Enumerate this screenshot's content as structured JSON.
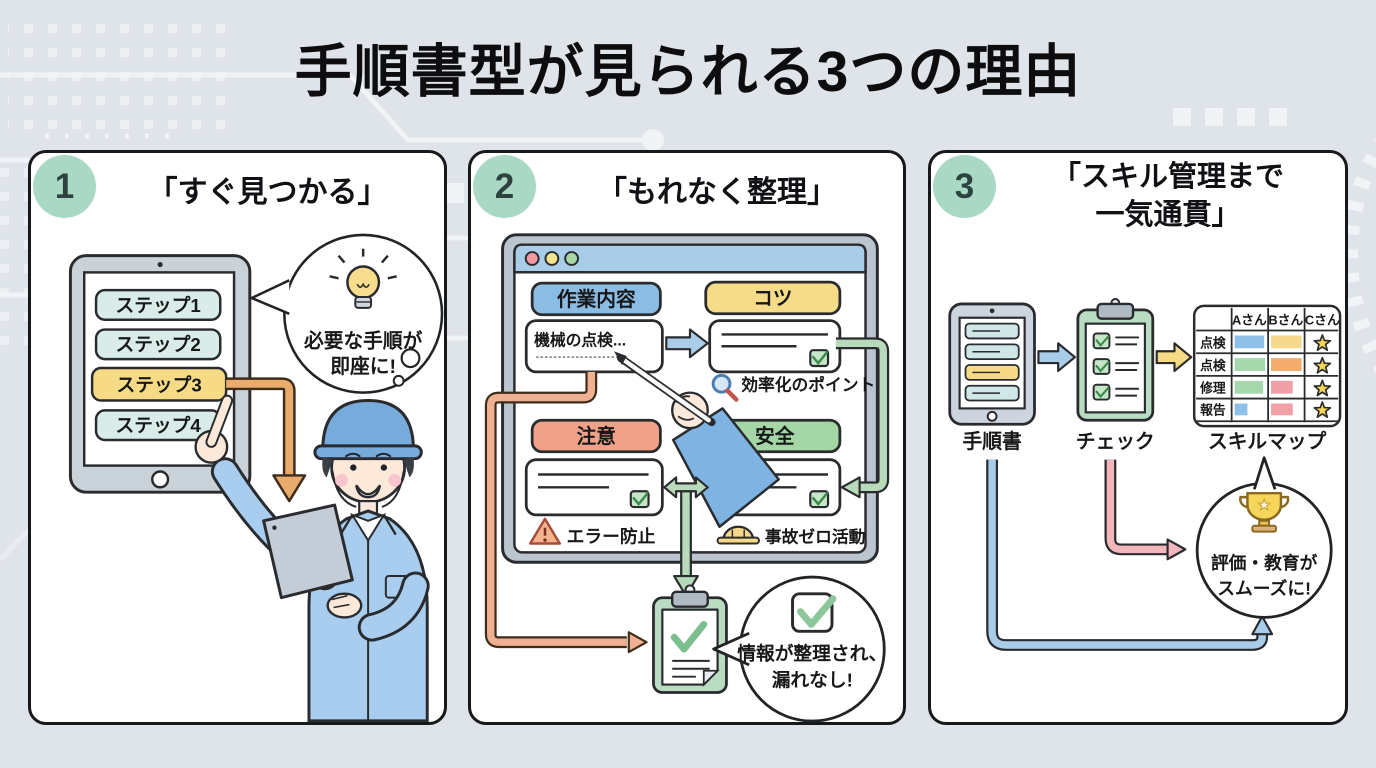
{
  "page": {
    "title": "手順書型が見られる3つの理由"
  },
  "colors": {
    "background": "#dfe4ea",
    "badge_mint": "#a9d9c5",
    "step_fill": "#d9ece7",
    "step_active": "#f6da85",
    "titlebar_blue": "#a9cce9",
    "label_blue": "#8bbce4",
    "label_yellow": "#f6db88",
    "label_salmon": "#f0a289",
    "label_green": "#a5d6a5",
    "arrow_orange": "#e9ac6d",
    "arrow_salmon": "#f0b092",
    "arrow_green": "#b7dbba",
    "arrow_blue": "#a9cce9",
    "arrow_pink": "#f2b6bc",
    "arrow_yellow": "#f6da85",
    "clipboard_green": "#b9dcc2",
    "check_green": "#8cc79c",
    "star_gold": "#f6d659"
  },
  "panel1": {
    "number": "1",
    "title": "「すぐ見つかる」",
    "steps": [
      {
        "label": "ステップ1",
        "fill": "#d9ece7"
      },
      {
        "label": "ステップ2",
        "fill": "#d9ece7"
      },
      {
        "label": "ステップ3",
        "fill": "#f6da85"
      },
      {
        "label": "ステップ4",
        "fill": "#d9ece7"
      }
    ],
    "bubble": {
      "line1": "必要な手順が",
      "line2": "即座に!"
    }
  },
  "panel2": {
    "number": "2",
    "title": "「もれなく整理」",
    "browser": {
      "work_label": {
        "text": "作業内容",
        "fill": "#8bbce4"
      },
      "tips_label": {
        "text": "コツ",
        "fill": "#f6db88"
      },
      "caution_label": {
        "text": "注意",
        "fill": "#f0a289"
      },
      "safety_label": {
        "text": "安全",
        "fill": "#a5d6a5"
      },
      "work_text": "機械の点検...",
      "tips_note": "効率化のポイント",
      "caution_note": "エラー防止",
      "safety_note": "事故ゼロ活動"
    },
    "bubble": {
      "line1": "情報が整理され、",
      "line2": "漏れなし!"
    }
  },
  "panel3": {
    "number": "3",
    "title_line1": "「スキル管理まで",
    "title_line2": "一気通貫」",
    "flow": {
      "manual": "手順書",
      "check": "チェック",
      "skillmap": "スキルマップ"
    },
    "skill_table": {
      "columns": [
        "Aさん",
        "Bさん",
        "Cさん"
      ],
      "rows": [
        {
          "label": "点検",
          "bars": [
            {
              "color": "#8fc1e8",
              "width": "30"
            },
            {
              "color": "#f6d98a",
              "width": "31"
            }
          ],
          "c_star": true
        },
        {
          "label": "点検",
          "bars": [
            {
              "color": "#a5d8ad",
              "width": "31"
            },
            {
              "color": "#f4ac6c",
              "width": "31"
            }
          ],
          "c_star": true
        },
        {
          "label": "修理",
          "bars": [
            {
              "color": "#a5d8ad",
              "width": "29"
            },
            {
              "color": "#f2a0a8",
              "width": "22"
            }
          ],
          "c_star": true
        },
        {
          "label": "報告",
          "bars": [
            {
              "color": "#8fc1e8",
              "width": "13"
            },
            {
              "color": "#f2a0a8",
              "width": "22"
            }
          ],
          "c_star": true
        }
      ]
    },
    "bubble": {
      "line1": "評価・教育が",
      "line2": "スムーズに!"
    }
  }
}
